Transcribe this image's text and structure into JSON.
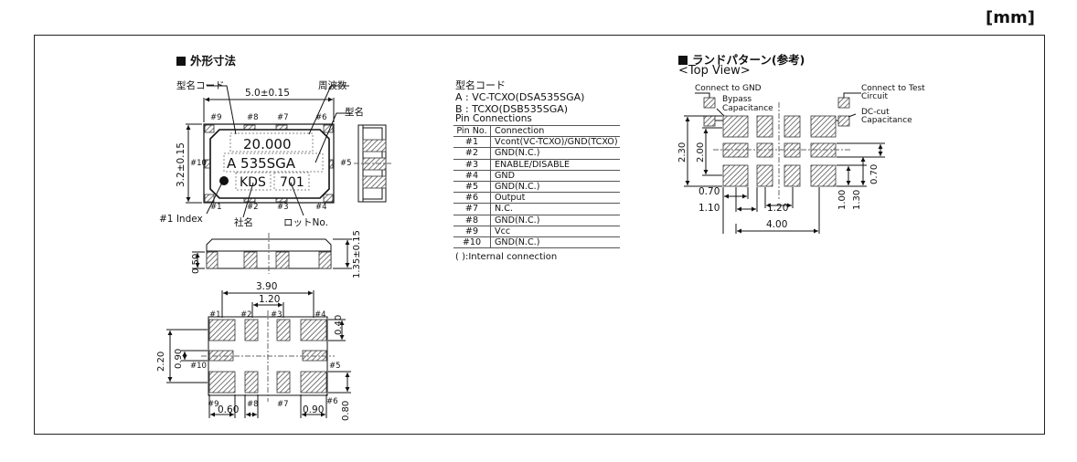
{
  "unit": "[mm]",
  "section_outline": "外形寸法",
  "section_land": "ランドパターン(参考)",
  "top_view": "<Top View>",
  "labels": {
    "model_code": "型名コード",
    "freq": "周波数",
    "model_name": "型名",
    "index": "#1 Index",
    "company": "社名",
    "lot": "ロットNo."
  },
  "marking": {
    "freq": "20.000",
    "model": "A 535SGA",
    "brand": "KDS",
    "lot": "701"
  },
  "pin_labels": {
    "p1": "#1",
    "p2": "#2",
    "p3": "#3",
    "p4": "#4",
    "p5": "#5",
    "p6": "#6",
    "p7": "#7",
    "p8": "#8",
    "p9": "#9",
    "p10": "#10"
  },
  "dims": {
    "w_top": "5.0±0.15",
    "h_side": "3.2±0.15",
    "h_body": "1.35±0.15",
    "pad_h": "0.50",
    "b390": "3.90",
    "b120": "1.20",
    "b040": "0.40",
    "b220": "2.20",
    "b090": "0.90",
    "b060": "0.60",
    "b090b": "0.90",
    "b080": "0.80",
    "l230": "2.30",
    "l200": "2.00",
    "l070": "0.70",
    "l070v": "0.70",
    "l110": "1.10",
    "l120": "1.20",
    "l100": "1.00",
    "l130": "1.30",
    "l400": "4.00"
  },
  "model_code_lines": {
    "title": "型名コード",
    "a": "A : VC-TCXO(DSA535SGA)",
    "b": "B : TCXO(DSB535SGA)"
  },
  "pin_table": {
    "title": "Pin Connections",
    "header": [
      "Pin No.",
      "Connection"
    ],
    "rows": [
      [
        "#1",
        "Vcont(VC-TCXO)/GND(TCXO)"
      ],
      [
        "#2",
        "GND(N.C.)"
      ],
      [
        "#3",
        "ENABLE/DISABLE"
      ],
      [
        "#4",
        "GND"
      ],
      [
        "#5",
        "GND(N.C.)"
      ],
      [
        "#6",
        "Output"
      ],
      [
        "#7",
        "N.C."
      ],
      [
        "#8",
        "GND(N.C.)"
      ],
      [
        "#9",
        "Vcc"
      ],
      [
        "#10",
        "GND(N.C.)"
      ]
    ],
    "note": "( ):Internal connection"
  },
  "land": {
    "gnd": "Connect to GND",
    "test": "Connect to Test",
    "circuit": "Circuit",
    "bypass1": "Bypass",
    "bypass2": "Capacitance",
    "dccut1": "DC-cut",
    "dccut2": "Capacitance"
  }
}
